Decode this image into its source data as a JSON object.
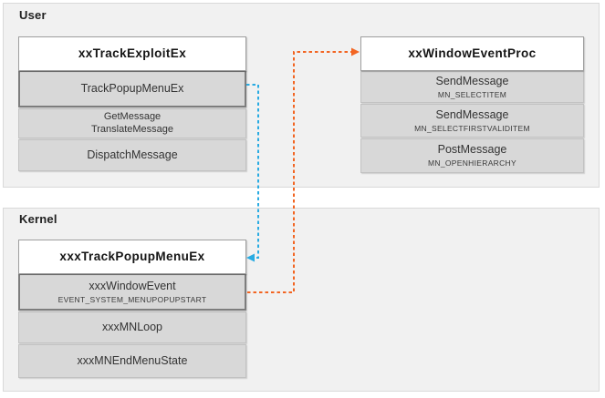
{
  "panels": {
    "user": {
      "label": "User"
    },
    "kernel": {
      "label": "Kernel"
    }
  },
  "user_stack": {
    "header": "xxTrackExploitEx",
    "rows": [
      {
        "title": "TrackPopupMenuEx",
        "highlight": true
      },
      {
        "lines": [
          "GetMessage",
          "TranslateMessage"
        ]
      },
      {
        "title": "DispatchMessage"
      }
    ]
  },
  "event_stack": {
    "header": "xxWindowEventProc",
    "rows": [
      {
        "title": "SendMessage",
        "sub": "MN_SELECTITEM"
      },
      {
        "title": "SendMessage",
        "sub": "MN_SELECTFIRSTVALIDITEM"
      },
      {
        "title": "PostMessage",
        "sub": "MN_OPENHIERARCHY"
      }
    ]
  },
  "kernel_stack": {
    "header": "xxxTrackPopupMenuEx",
    "rows": [
      {
        "title": "xxxWindowEvent",
        "sub": "EVENT_SYSTEM_MENUPOPUPSTART",
        "highlight": true
      },
      {
        "title": "xxxMNLoop"
      },
      {
        "title": "xxxMNEndMenuState"
      }
    ]
  },
  "arrows": [
    {
      "name": "call-user-to-kernel",
      "color": "#29abe2",
      "from": "TrackPopupMenuEx",
      "to": "xxxTrackPopupMenuEx"
    },
    {
      "name": "callback-kernel-to-user",
      "color": "#f26522",
      "from": "xxxWindowEvent",
      "to": "xxWindowEventProc"
    }
  ],
  "colors": {
    "panel_bg": "#f1f1f1",
    "panel_border": "#d9d9d9",
    "row_bg": "#d8d8d8",
    "highlight_border": "#7d7d7d",
    "header_bg": "#ffffff",
    "arrow_blue": "#29abe2",
    "arrow_orange": "#f26522"
  }
}
